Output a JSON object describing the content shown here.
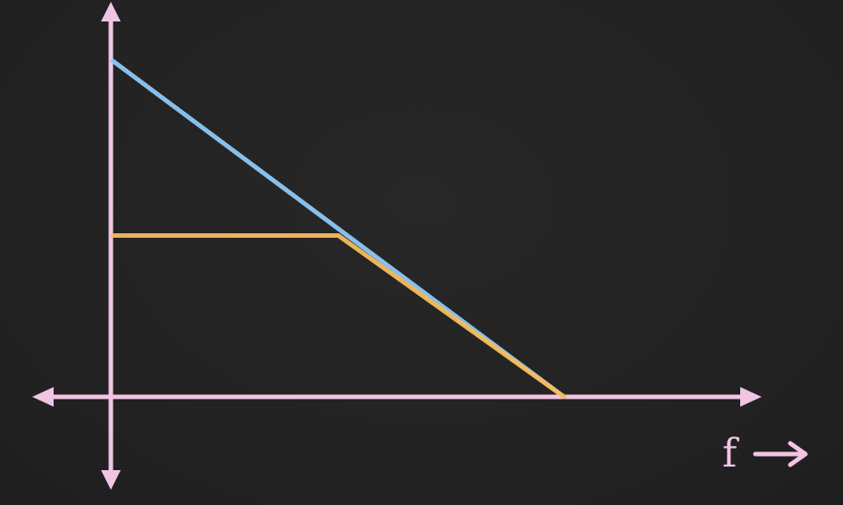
{
  "chart_data": {
    "type": "line",
    "title": "",
    "xlabel": "f",
    "xlabel_arrow": "→",
    "ylabel": "",
    "xlim": [
      0,
      10
    ],
    "ylim": [
      0,
      10
    ],
    "grid": false,
    "axes_both_directions": true,
    "series": [
      {
        "color": "#8ec8f5",
        "x": [
          0,
          10
        ],
        "y": [
          10,
          0
        ]
      },
      {
        "color": "#f6bd5a",
        "x": [
          0,
          5,
          10
        ],
        "y": [
          4.8,
          4.8,
          0
        ]
      }
    ],
    "colors": {
      "axis": "#f2c4e4",
      "background": "#222222"
    }
  }
}
